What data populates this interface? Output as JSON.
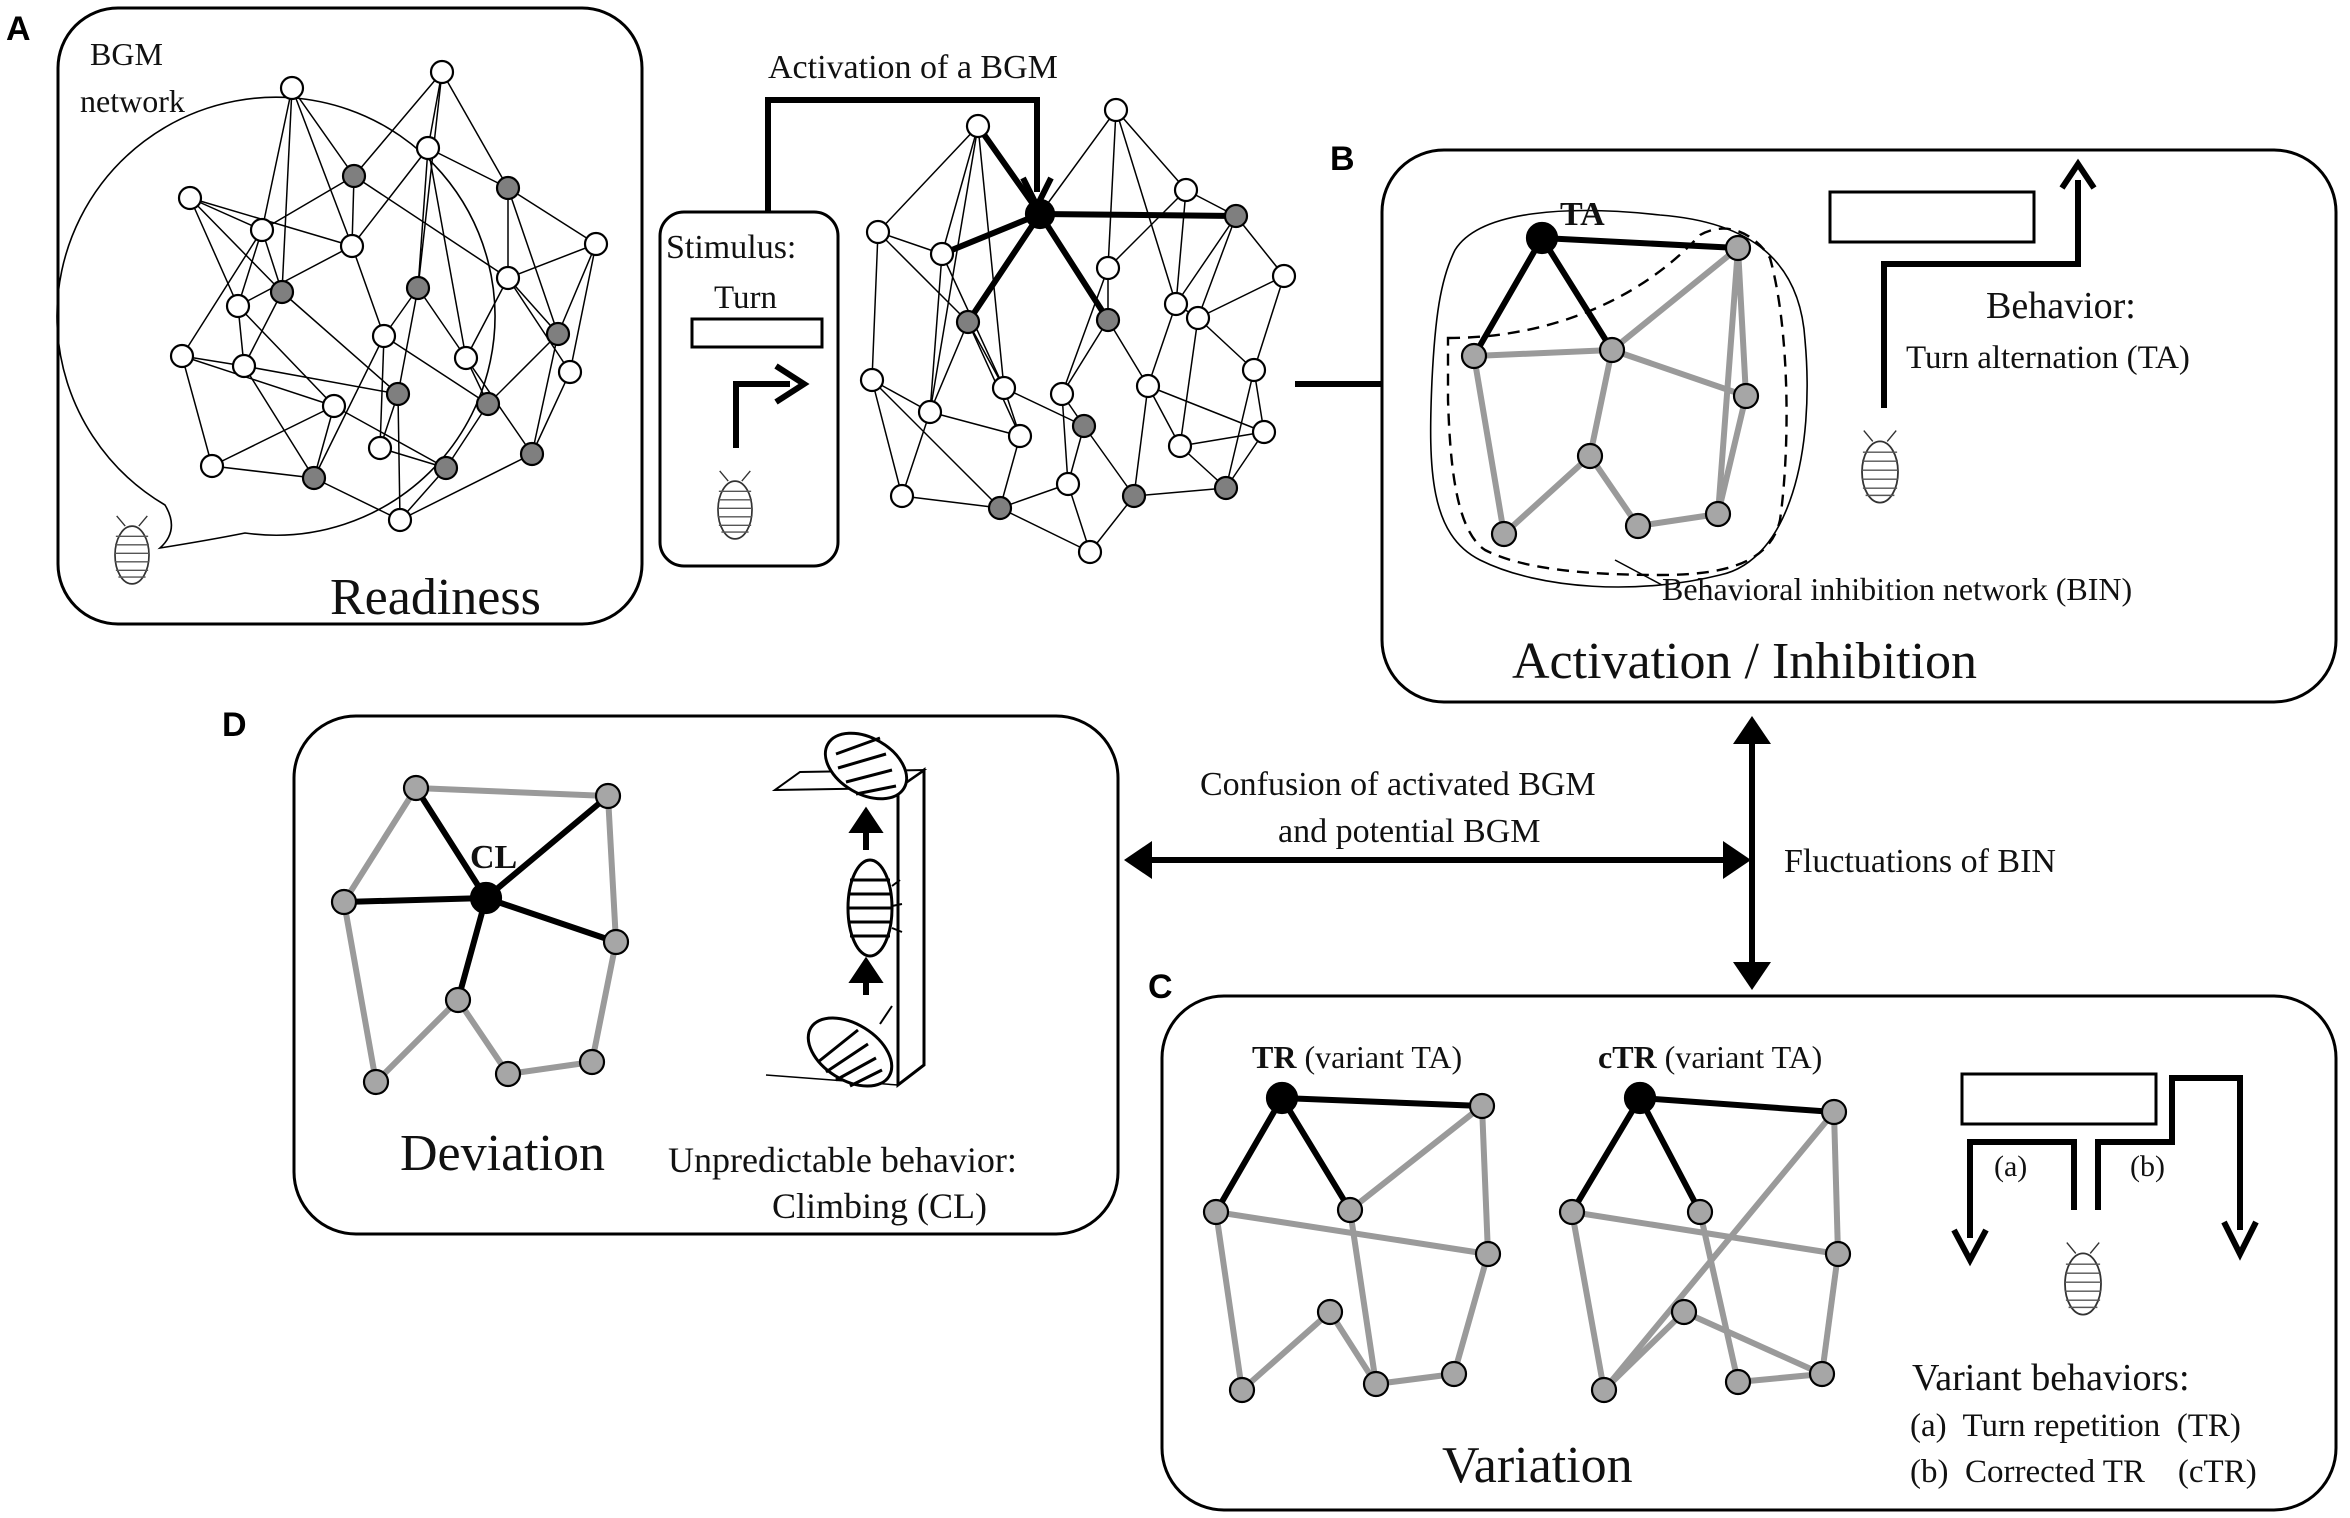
{
  "panels": {
    "a": {
      "letter": "A",
      "network_label_line1": "BGM",
      "network_label_line2": "network",
      "title": "Readiness",
      "activation_label": "Activation of  a BGM",
      "stimulus_line1": "Stimulus:",
      "stimulus_line2": "Turn"
    },
    "b": {
      "letter": "B",
      "node_label": "TA",
      "behavior_line1": "Behavior:",
      "behavior_line2": "Turn alternation (TA)",
      "bin_label": "Behavioral inhibition network (BIN)",
      "title": "Activation / Inhibition"
    },
    "c": {
      "letter": "C",
      "tr_bold": "TR",
      "tr_rest": " (variant TA)",
      "ctr_bold": "cTR",
      "ctr_rest": " (variant TA)",
      "path_a": "(a)",
      "path_b": "(b)",
      "variants_title": "Variant behaviors:",
      "variant_a": "(a)  Turn repetition  (TR)",
      "variant_b": "(b)  Corrected TR    (cTR)",
      "title": "Variation"
    },
    "d": {
      "letter": "D",
      "node_label": "CL",
      "title": "Deviation",
      "behavior_line1": "Unpredictable behavior:",
      "behavior_line2": "Climbing (CL)"
    }
  },
  "connectors": {
    "confusion_line1": "Confusion of activated  BGM",
    "confusion_line2": "and potential BGM",
    "fluctuations": "Fluctuations of BIN"
  },
  "node_colors": {
    "idle": "#ffffff",
    "potential": "#7f7f7f",
    "bin": "#a6a6a6",
    "active": "#000000"
  }
}
